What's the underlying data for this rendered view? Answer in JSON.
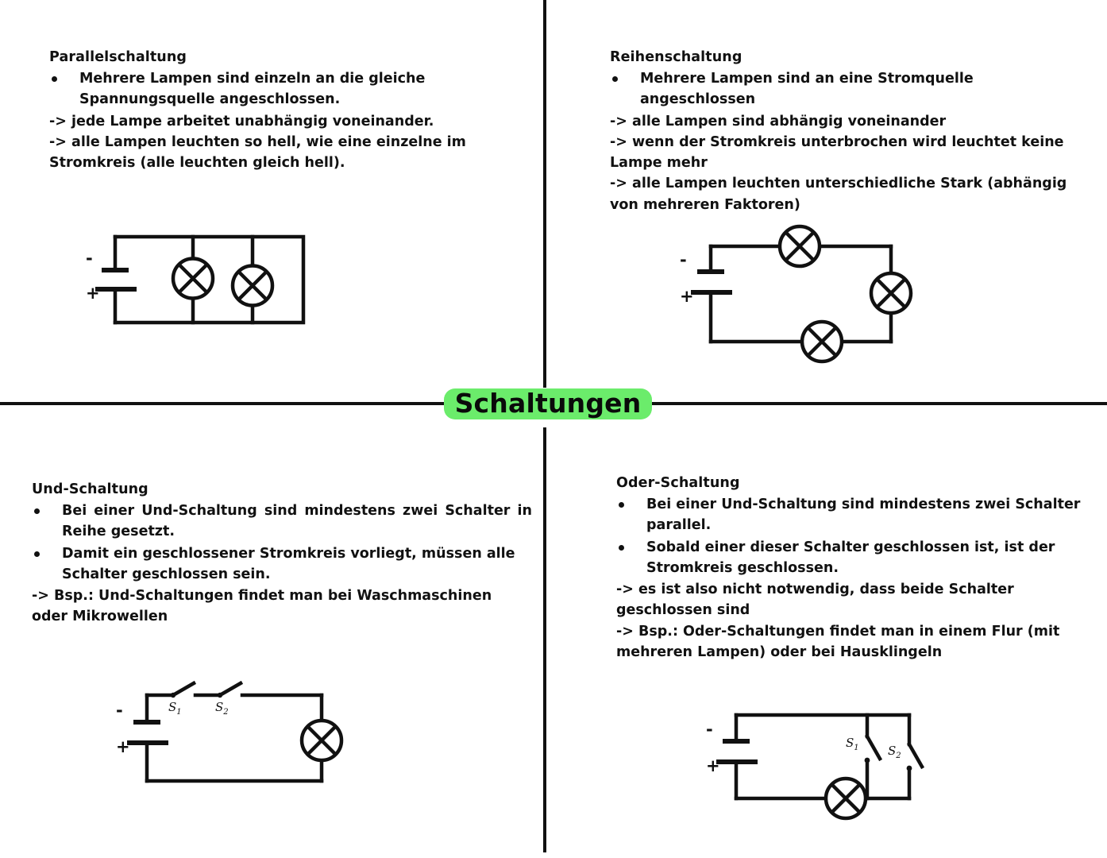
{
  "center": {
    "title": "Schaltungen",
    "highlight_color": "#6bec6b"
  },
  "quadrants": {
    "top_left": {
      "heading": "Parallelschaltung",
      "bullets": [
        "Mehrere Lampen sind einzeln an die gleiche Spannungsquelle angeschlossen."
      ],
      "arrows": [
        "-> jede Lampe arbeitet unabhängig voneinander.",
        "-> alle Lampen leuchten so hell, wie eine einzelne im Stromkreis (alle leuchten gleich hell)."
      ],
      "figure": {
        "name": "parallel-circuit-diagram",
        "battery_minus": "-",
        "battery_plus": "+",
        "lamp_count": 2
      }
    },
    "top_right": {
      "heading": "Reihenschaltung",
      "bullets": [
        "Mehrere Lampen sind an eine Stromquelle angeschlossen"
      ],
      "arrows": [
        "-> alle Lampen sind abhängig voneinander",
        "-> wenn der Stromkreis unterbrochen wird leuchtet keine Lampe mehr",
        "-> alle Lampen leuchten unterschiedliche Stark (abhängig von mehreren Faktoren)"
      ],
      "figure": {
        "name": "series-circuit-diagram",
        "battery_minus": "-",
        "battery_plus": "+",
        "lamp_count": 3
      }
    },
    "bottom_left": {
      "heading": "Und-Schaltung",
      "bullets": [
        "Bei einer Und-Schaltung sind mindestens zwei Schalter in Reihe gesetzt.",
        "Damit ein geschlossener Stromkreis vorliegt, müssen alle Schalter geschlossen sein."
      ],
      "arrows": [
        "-> Bsp.: Und-Schaltungen findet man bei Waschmaschinen oder Mikrowellen"
      ],
      "figure": {
        "name": "and-circuit-diagram",
        "battery_minus": "-",
        "battery_plus": "+",
        "switch_1": "S",
        "switch_1_sub": "1",
        "switch_2": "S",
        "switch_2_sub": "2",
        "lamp_count": 1
      }
    },
    "bottom_right": {
      "heading": "Oder-Schaltung",
      "bullets": [
        "Bei einer Und-Schaltung sind mindestens zwei Schalter parallel.",
        "Sobald einer dieser Schalter geschlossen ist, ist der Stromkreis geschlossen."
      ],
      "arrows": [
        "-> es ist also nicht notwendig, dass beide Schalter geschlossen sind",
        "-> Bsp.: Oder-Schaltungen findet man in einem Flur (mit mehreren Lampen) oder bei Hausklingeln"
      ],
      "figure": {
        "name": "or-circuit-diagram",
        "battery_minus": "-",
        "battery_plus": "+",
        "switch_1": "S",
        "switch_1_sub": "1",
        "switch_2": "S",
        "switch_2_sub": "2",
        "lamp_count": 1
      }
    }
  }
}
